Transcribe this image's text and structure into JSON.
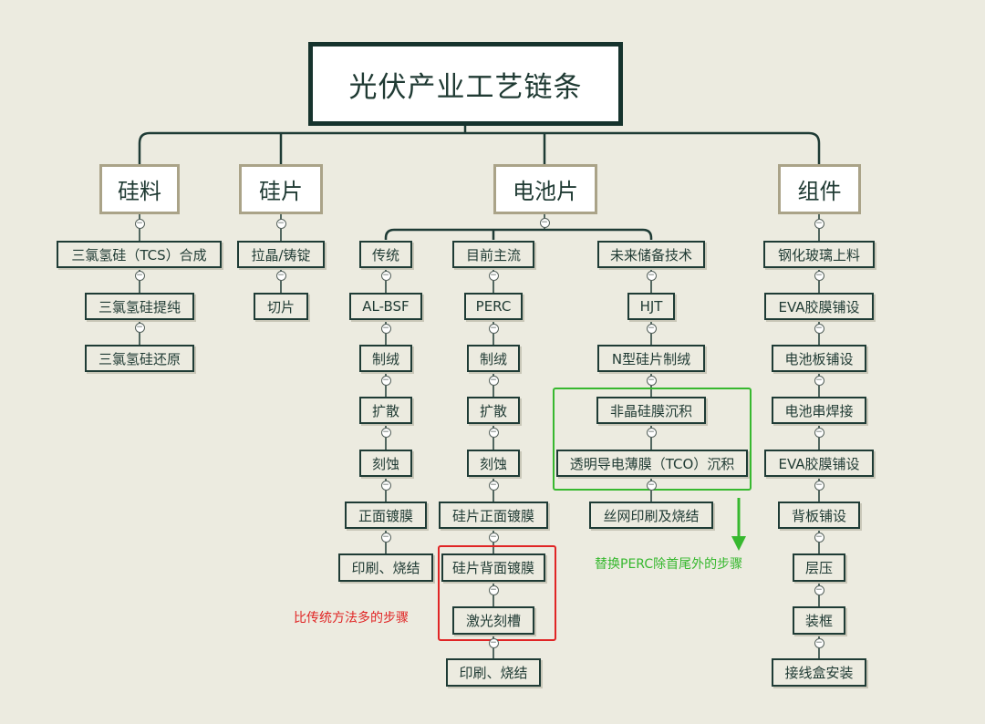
{
  "title": "光伏产业工艺链条",
  "collapse_symbol": "−",
  "colors": {
    "line": "#1e3b35",
    "highlight_red": "#e02525",
    "highlight_green": "#37b82f",
    "background": "#ecebe0"
  },
  "categories": {
    "silicon_material": {
      "label": "硅料",
      "steps": [
        "三氯氢硅（TCS）合成",
        "三氯氢硅提纯",
        "三氯氢硅还原"
      ]
    },
    "wafer": {
      "label": "硅片",
      "steps": [
        "拉晶/铸锭",
        "切片"
      ]
    },
    "cell": {
      "label": "电池片",
      "branches": {
        "traditional": {
          "label": "传统",
          "steps": [
            "AL-BSF",
            "制绒",
            "扩散",
            "刻蚀",
            "正面镀膜",
            "印刷、烧结"
          ]
        },
        "mainstream": {
          "label": "目前主流",
          "steps": [
            "PERC",
            "制绒",
            "扩散",
            "刻蚀",
            "硅片正面镀膜",
            "硅片背面镀膜",
            "激光刻槽",
            "印刷、烧结"
          ]
        },
        "future": {
          "label": "未来储备技术",
          "steps": [
            "HJT",
            "N型硅片制绒",
            "非晶硅膜沉积",
            "透明导电薄膜（TCO）沉积",
            "丝网印刷及烧结"
          ]
        }
      }
    },
    "module": {
      "label": "组件",
      "steps": [
        "钢化玻璃上料",
        "EVA胶膜铺设",
        "电池板铺设",
        "电池串焊接",
        "EVA胶膜铺设",
        "背板铺设",
        "层压",
        "装框",
        "接线盒安装"
      ]
    }
  },
  "annotations": {
    "red_note": "比传统方法多的步骤",
    "green_note": "替换PERC除首尾外的步骤"
  }
}
